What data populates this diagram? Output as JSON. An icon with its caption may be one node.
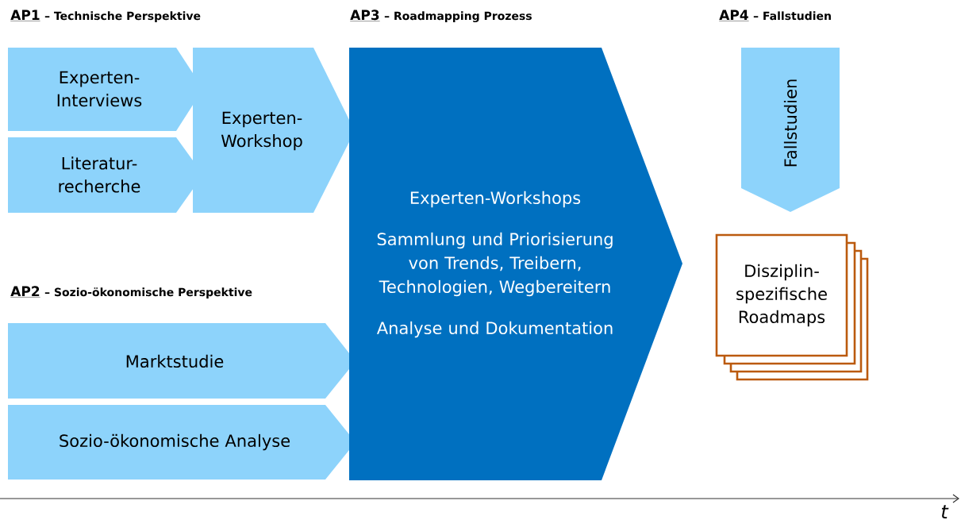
{
  "diagram": {
    "nodes": [
      {
        "text": [
          "Experten-Interviews"
        ]
      },
      {
        "text": [
          "Literatur-recherche"
        ]
      },
      {
        "text": [
          "Experten-Workshop"
        ]
      },
      {
        "text": [
          "Marktstudie"
        ]
      },
      {
        "text": [
          "Sozio-ökonomische Analyse"
        ]
      },
      {
        "text": [
          "Experten-Workshops",
          "Sammlung und Priorisierung von Trends, Treibern, Technologien, Wegbereitern",
          "Analyse und Dokumentation"
        ]
      },
      {
        "text": [
          "Fallstudien"
        ]
      },
      {
        "text": [
          "Disziplin-spezifische Roadmaps"
        ]
      }
    ],
    "labels": [
      "AP1",
      "– Technische Perspektive",
      "AP3",
      "– Roadmapping Prozess",
      "AP4",
      "– Fallstudien",
      "AP2",
      "– Sozio-ökonomische Perspektive",
      "t"
    ]
  }
}
